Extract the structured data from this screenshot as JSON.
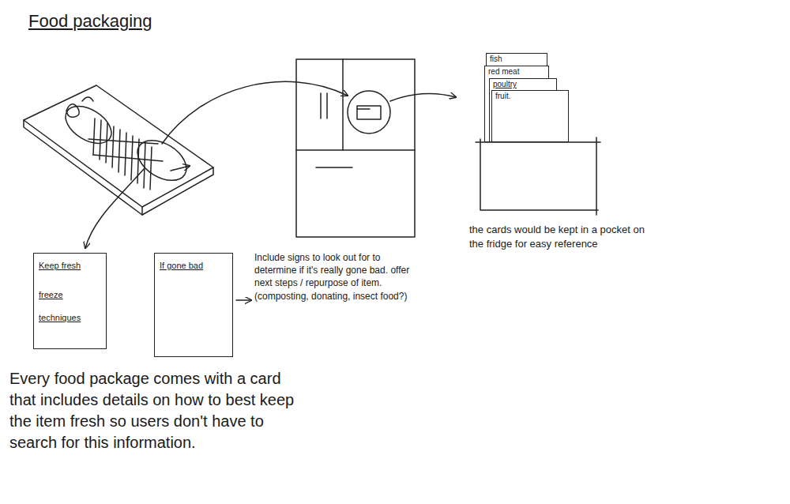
{
  "diagram": {
    "title": "Food packaging",
    "nodes": [
      {
        "text": [
          "Keep fresh",
          "freeze",
          "techniques"
        ]
      },
      {
        "text": [
          "If gone bad"
        ]
      },
      {
        "text": [
          "fish"
        ]
      },
      {
        "text": [
          "red meat"
        ]
      },
      {
        "text": [
          "poultry"
        ]
      },
      {
        "text": [
          "fruit."
        ]
      }
    ],
    "labels": [
      "Include signs to look out for to determine if it's really gone bad. offer next steps / repurpose of item. (composting, donating, insect food?)",
      "the cards would be kept in a pocket on the fridge for easy reference",
      "Every food package comes with a card that includes details on how to best keep the item fresh so users don't have to search for this information."
    ]
  }
}
